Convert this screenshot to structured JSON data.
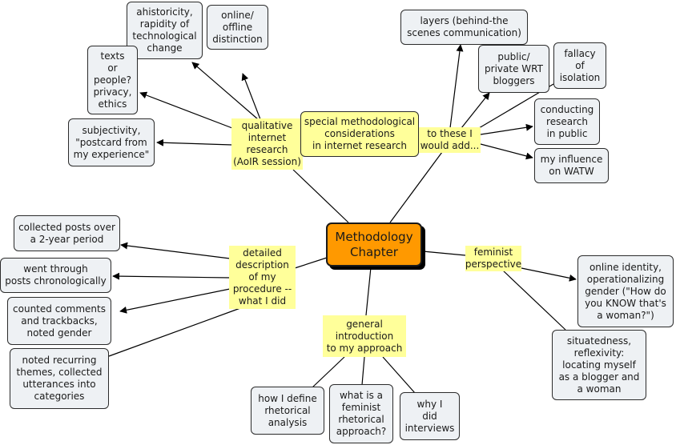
{
  "center": "Methodology\nChapter",
  "nodes": {
    "qualitative": "qualitative\ninternet\nresearch\n(AoIR session)",
    "special": "special methodological\nconsiderations\nin internet research",
    "these": "to these I\nwould add...",
    "detailed": "detailed\ndescription\nof my\nprocedure --\nwhat I did",
    "general": "general\nintroduction\nto my approach",
    "feminist": "feminist\nperspective",
    "ahistoricity": "ahistoricity,\nrapidity of\ntechnological\nchange",
    "online_offline": "online/\noffline\ndistinction",
    "texts": "texts\nor\npeople?\nprivacy,\nethics",
    "subjectivity": "subjectivity,\n\"postcard from\nmy experience\"",
    "layers": "layers (behind-the\nscenes communication)",
    "public_private": "public/\nprivate WRT\nbloggers",
    "fallacy": "fallacy\nof\nisolation",
    "conducting": "conducting\nresearch\nin public",
    "influence": "my influence\non WATW",
    "collected": "collected posts over\na 2-year period",
    "went": "went through\nposts chronologically",
    "counted": "counted comments\nand trackbacks,\nnoted gender",
    "noted": "noted recurring\nthemes, collected\nutterances into\ncategories",
    "define": "how I define\nrhetorical\nanalysis",
    "what_is": "what is a\nfeminist\nrhetorical\napproach?",
    "why": "why I\ndid\ninterviews",
    "online_identity": "online identity,\noperationalizing\ngender (\"How do\nyou KNOW that's\na woman?\")",
    "situatedness": "situatedness,\nreflexivity:\nlocating myself\nas a blogger and\na woman"
  }
}
